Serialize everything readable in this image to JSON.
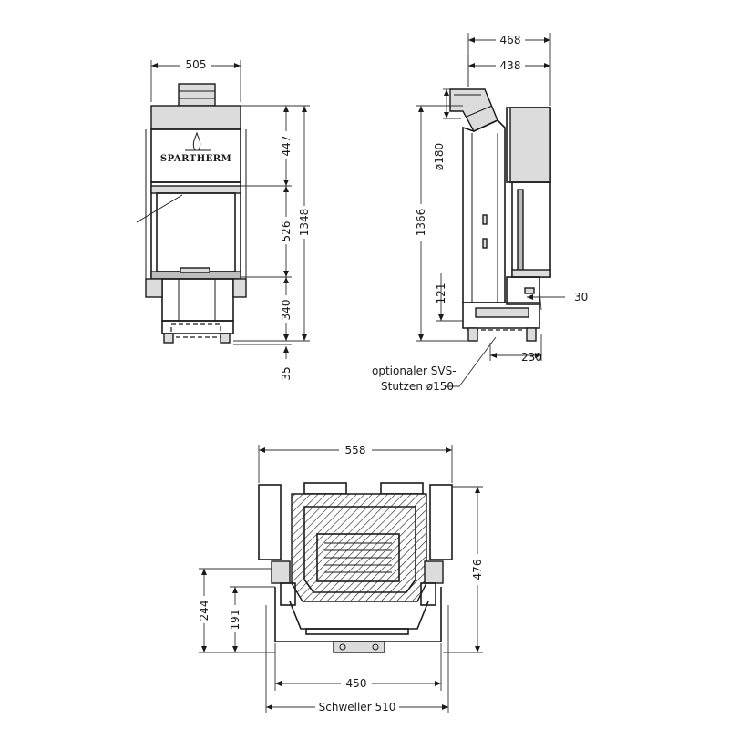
{
  "brand": "SPARTHERM",
  "front_view": {
    "width": "505",
    "heights": [
      "447",
      "526",
      "340",
      "1348"
    ],
    "foot": "35"
  },
  "side_view": {
    "depth_total": "468",
    "depth_flue": "438",
    "flue_diameter": "ø180",
    "height_total": "1366",
    "lower_height": "121",
    "offset_right": "30",
    "offset_bottom": "230",
    "note_line1": "optionaler SVS-",
    "note_line2": "Stutzen ø150"
  },
  "top_view": {
    "width_total": "558",
    "depth_total": "476",
    "depth_a": "244",
    "depth_b": "191",
    "inner_width": "450",
    "sill_width": "Schweller 510"
  }
}
